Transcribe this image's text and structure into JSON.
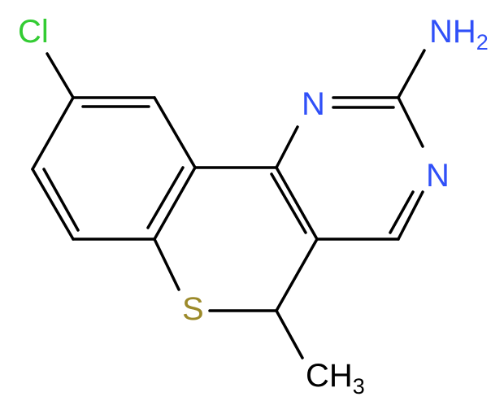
{
  "colors": {
    "bond": "#000000",
    "chlorine": "#33cc33",
    "nitrogen": "#3050f8",
    "sulfur": "#9c8a2a",
    "carbon_label": "#000000"
  },
  "atoms": {
    "chlorine": {
      "text": "Cl"
    },
    "amine": {
      "main": "NH",
      "subscript": "2"
    },
    "nitrogen_1": {
      "text": "N"
    },
    "nitrogen_3": {
      "text": "N"
    },
    "sulfur": {
      "text": "S"
    },
    "methyl": {
      "main": "CH",
      "subscript": "3"
    }
  }
}
